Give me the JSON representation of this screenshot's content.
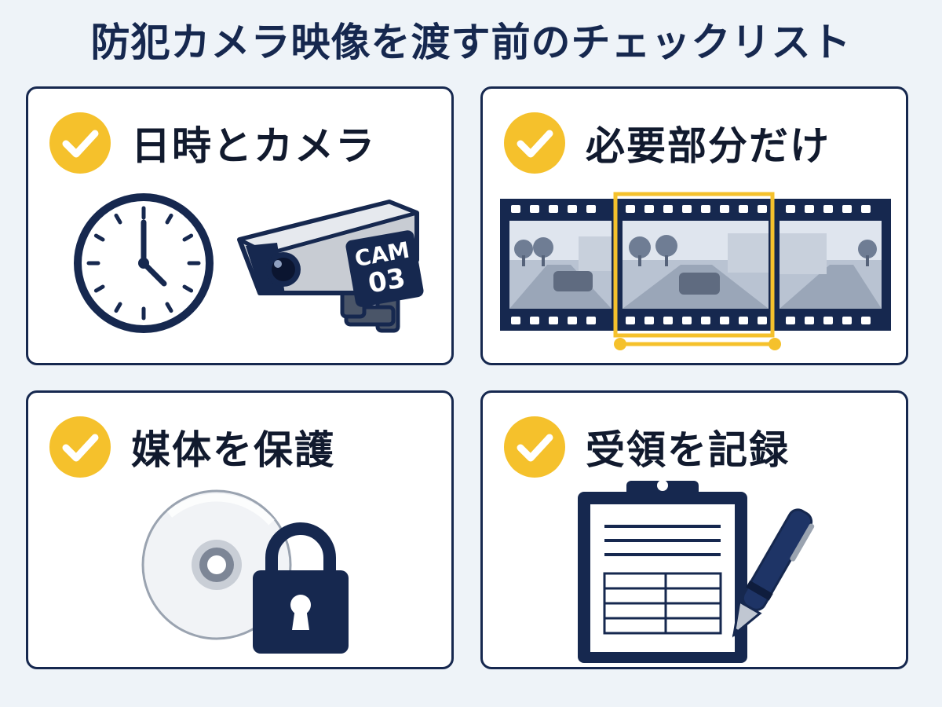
{
  "title": "防犯カメラ映像を渡す前のチェックリスト",
  "cards": [
    {
      "title": "日時とカメラ",
      "icons": [
        "check-icon",
        "clock-icon",
        "security-camera-icon"
      ],
      "camera_label_line1": "CAM",
      "camera_label_line2": "03"
    },
    {
      "title": "必要部分だけ",
      "icons": [
        "check-icon",
        "film-strip-icon",
        "selection-range-icon"
      ]
    },
    {
      "title": "媒体を保護",
      "icons": [
        "check-icon",
        "disc-icon",
        "padlock-icon"
      ]
    },
    {
      "title": "受領を記録",
      "icons": [
        "check-icon",
        "clipboard-icon",
        "pen-icon"
      ]
    }
  ],
  "colors": {
    "navy": "#16284f",
    "accent_yellow": "#f5c12c",
    "background": "#eef3f8",
    "card": "#ffffff"
  }
}
